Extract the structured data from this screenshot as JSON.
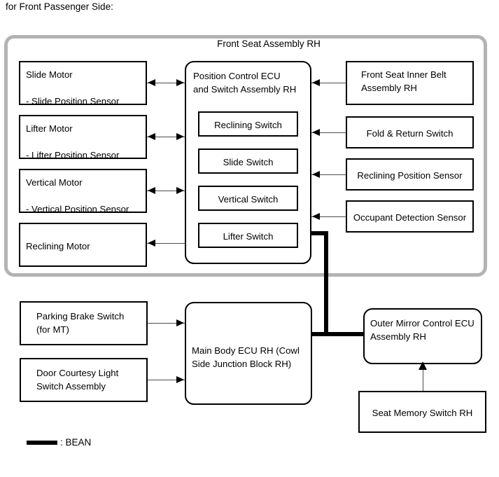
{
  "caption": "for Front Passenger Side:",
  "group": {
    "title": "Front Seat Assembly RH"
  },
  "left_column": [
    {
      "name": "slide-motor",
      "text": "Slide Motor\n\n- Slide Position Sensor",
      "arrow": "bidirectional"
    },
    {
      "name": "lifter-motor",
      "text": "Lifter Motor\n\n- Lifter Position Sensor",
      "arrow": "bidirectional"
    },
    {
      "name": "vertical-motor",
      "text": "Vertical Motor\n\n- Vertical Position Sensor",
      "arrow": "bidirectional"
    },
    {
      "name": "reclining-motor",
      "text": "Reclining Motor",
      "arrow": "to-left"
    }
  ],
  "ecu": {
    "title": "Position Control ECU\nand Switch Assembly RH",
    "switches": [
      {
        "name": "reclining-switch",
        "label": "Reclining Switch"
      },
      {
        "name": "slide-switch",
        "label": "Slide Switch"
      },
      {
        "name": "vertical-switch",
        "label": "Vertical Switch"
      },
      {
        "name": "lifter-switch",
        "label": "Lifter Switch"
      }
    ]
  },
  "right_column": [
    {
      "name": "front-seat-inner-belt-assembly-rh",
      "text": "Front Seat Inner Belt\nAssembly RH",
      "arrow": "to-left"
    },
    {
      "name": "fold-and-return-switch",
      "text": "Fold & Return Switch",
      "arrow": "to-left"
    },
    {
      "name": "reclining-position-sensor",
      "text": "Reclining Position Sensor",
      "arrow": "to-left"
    },
    {
      "name": "occupant-detection-sensor",
      "text": "Occupant Detection Sensor",
      "arrow": "to-left"
    }
  ],
  "bottom_left": [
    {
      "name": "parking-brake-switch",
      "text": "Parking Brake Switch\n(for MT)",
      "arrow": "to-right"
    },
    {
      "name": "door-courtesy-light-switch-assembly",
      "text": "Door Courtesy Light\nSwitch Assembly",
      "arrow": "to-right"
    }
  ],
  "main_body_ecu": {
    "text": "Main Body ECU RH (Cowl\nSide Junction Block RH)"
  },
  "outer_mirror_ecu": {
    "text": "Outer Mirror Control ECU\nAssembly RH"
  },
  "seat_memory_switch": {
    "text": "Seat Memory Switch RH"
  },
  "legend": {
    "label": ": BEAN",
    "color": "#000000"
  }
}
